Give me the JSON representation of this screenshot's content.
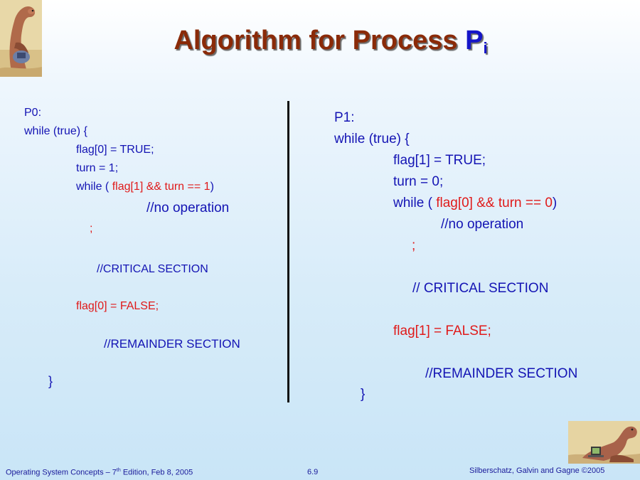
{
  "slide": {
    "title_prefix": "Algorithm for Process ",
    "title_var": "P",
    "title_sub": "i"
  },
  "left": {
    "l1": "P0:",
    "l2": "while (true) {",
    "l3": "flag[0] = TRUE;",
    "l4": "turn = 1;",
    "l5a": "while ( ",
    "l5b": "flag[1] && turn == 1",
    "l5c": ")",
    "l6": "//no operation",
    "l7": ";",
    "l8": "//CRITICAL SECTION",
    "l9": "flag[0] = FALSE;",
    "l10": "//REMAINDER SECTION",
    "l11": "}"
  },
  "right": {
    "l1": "P1:",
    "l2": "while (true) {",
    "l3": "flag[1] = TRUE;",
    "l4": "turn = 0;",
    "l5a": "while ( ",
    "l5b": "flag[0] && turn == 0",
    "l5c": ")",
    "l6": "//no operation",
    "l7": ";",
    "l8": "// CRITICAL SECTION",
    "l9": "flag[1] = FALSE;",
    "l10": "//REMAINDER SECTION",
    "l11": "}"
  },
  "footer": {
    "book_a": "Operating System Concepts – 7",
    "book_sup": "th",
    "book_b": " Edition, Feb 8, 2005",
    "page": "6.9",
    "authors": "Silberschatz, Galvin and Gagne ©2005"
  }
}
